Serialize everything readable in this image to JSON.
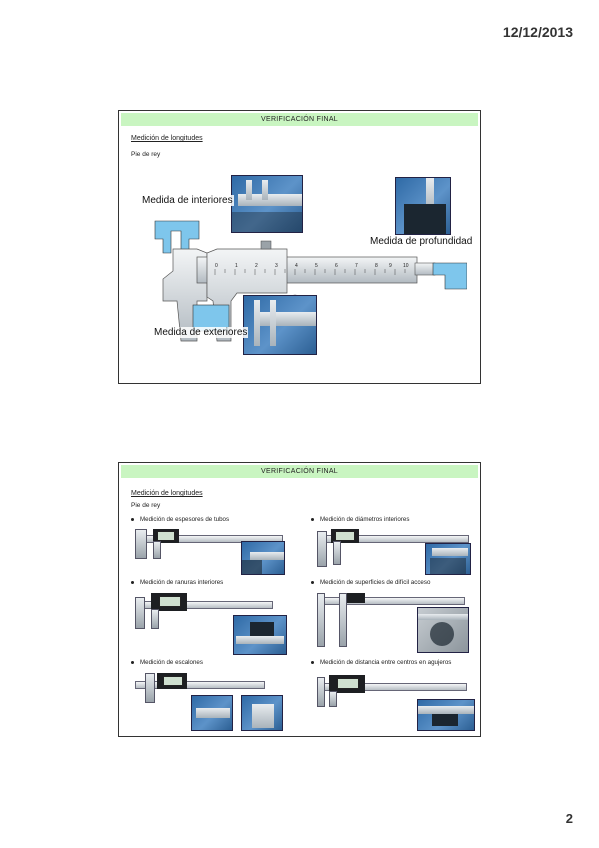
{
  "header": {
    "date": "12/12/2013"
  },
  "footer": {
    "page_number": "2"
  },
  "slide1": {
    "title": "VERIFICACIÓN FINAL",
    "section_title": "Medición de longitudes",
    "subtitle": "Pie de rey",
    "labels": {
      "interiores": "Medida de interiores",
      "profundidad": "Medida de profundidad",
      "exteriores": "Medida de exteriores"
    },
    "scale_numbers": [
      "0",
      "1",
      "2",
      "3",
      "4",
      "5",
      "6",
      "7",
      "8",
      "9",
      "10"
    ]
  },
  "slide2": {
    "title": "VERIFICACIÓN FINAL",
    "section_title": "Medición de longitudes",
    "subtitle": "Pie de rey",
    "bullets": [
      "Medición de espesores de tubos",
      "Medición de diámetros interiores",
      "Medición de ranuras interiores",
      "Medición de superficies de difícil acceso",
      "Medición de escalones",
      "Medición de distancia entre centros en agujeros"
    ]
  },
  "colors": {
    "title_band": "#c9f5c1",
    "highlight_jaw": "#7ec6ec",
    "photo_blue": "#3a75b0"
  }
}
